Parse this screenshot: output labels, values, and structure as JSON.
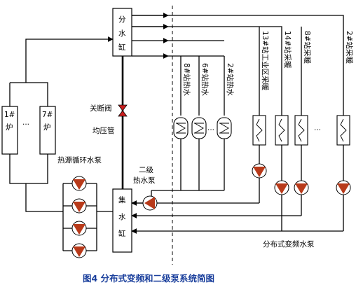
{
  "diagram": {
    "supply_header": [
      "分",
      "水",
      "缸"
    ],
    "return_header": [
      "集",
      "水",
      "缸"
    ],
    "boilers": [
      {
        "label": [
          "1#",
          "炉"
        ]
      },
      {
        "label": [
          "7#",
          "炉"
        ]
      }
    ],
    "boiler_ellipsis": "...",
    "source_pumps_label": "热源循环水泵",
    "shutoff_valve_label": "关断阀",
    "balance_pipe_label": "均压管",
    "secondary_pump_label": [
      "二级",
      "热水泵"
    ],
    "stations": [
      {
        "label": "8#站热水"
      },
      {
        "label": "6#站热水"
      },
      {
        "label": "2#站热水"
      }
    ],
    "stations_ellipsis": "...",
    "heating_users": [
      {
        "label": "13#站工业区采暖"
      },
      {
        "label": "14#站采暖"
      },
      {
        "label": "8#站采暖"
      },
      {
        "label": "2#站采暖"
      }
    ],
    "heating_ellipsis": "...",
    "distributed_pumps_label": "分布式变频水泵",
    "caption": "图4  分布式变频和二级泵系统简图"
  },
  "colors": {
    "pump_fill": "#b83a1a",
    "valve_fill": "#cc1f1f",
    "caption": "#1a3f9c",
    "line": "#000000"
  }
}
